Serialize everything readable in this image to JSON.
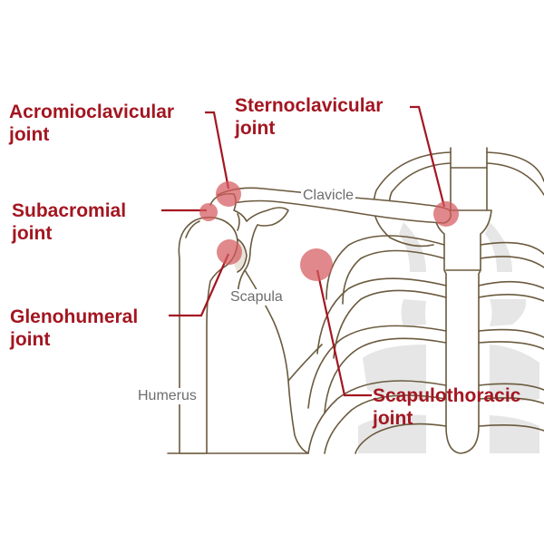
{
  "joints": {
    "acromioclavicular": {
      "line1": "Acromioclavicular",
      "line2": "joint"
    },
    "sternoclavicular": {
      "line1": "Sternoclavicular",
      "line2": "joint"
    },
    "subacromial": {
      "line1": "Subacromial",
      "line2": "joint"
    },
    "glenohumeral": {
      "line1": "Glenohumeral",
      "line2": "joint"
    },
    "scapulothoracic": {
      "line1": "Scapulothoracic",
      "line2": "joint"
    }
  },
  "bones": {
    "clavicle": "Clavicle",
    "scapula": "Scapula",
    "humerus": "Humerus"
  },
  "colors": {
    "label": "#a31621",
    "joint_marker": "#d45a5e",
    "bone_outline": "#6b5a3e",
    "bone_label": "#6d6d6d"
  }
}
